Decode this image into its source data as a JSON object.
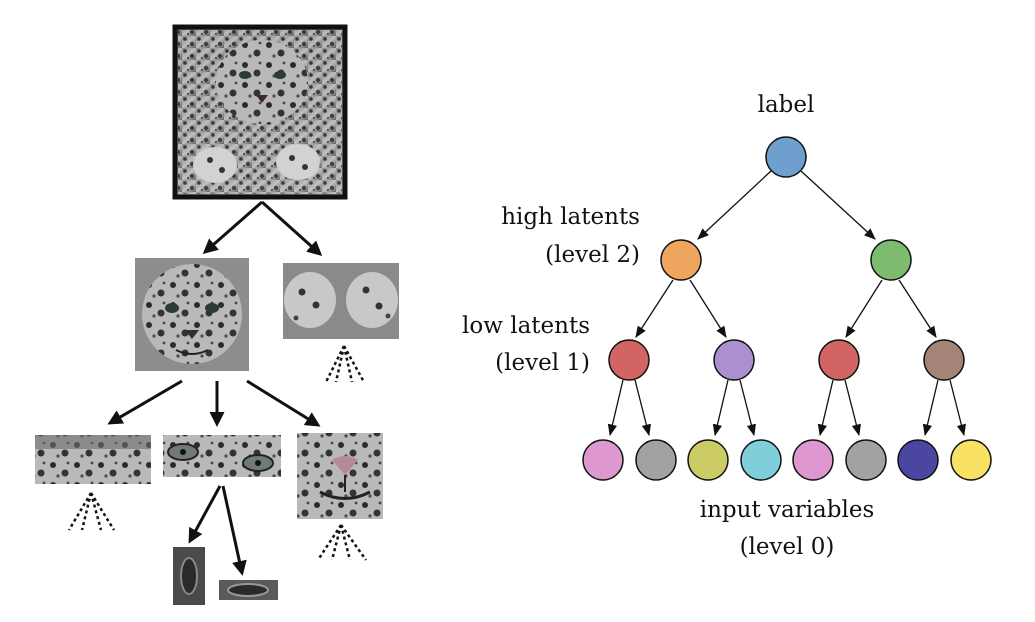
{
  "labels": {
    "label": "label",
    "high_1": "high latents",
    "high_2": "(level 2)",
    "low_1": "low latents",
    "low_2": "(level 1)",
    "input_1": "input variables",
    "input_2": "(level 0)"
  },
  "colors": {
    "label_node": "#6f9fcc",
    "high": [
      "#f0a55f",
      "#7dbb6e"
    ],
    "low": [
      "#d26464",
      "#ac8fd0",
      "#d26464",
      "#a58478"
    ],
    "input": [
      "#df98cf",
      "#a2a2a2",
      "#cccc66",
      "#7fcfdb",
      "#df98cf",
      "#a2a2a2",
      "#4b47a0",
      "#f8e163"
    ],
    "node_stroke": "#111111",
    "edge": "#111111",
    "photo_frame": "#111111"
  },
  "photo_pieces": [
    "full snow leopard",
    "head crop",
    "paws crop",
    "fur crop",
    "eyes crop",
    "mouth crop",
    "left eye crop",
    "right eye crop"
  ]
}
